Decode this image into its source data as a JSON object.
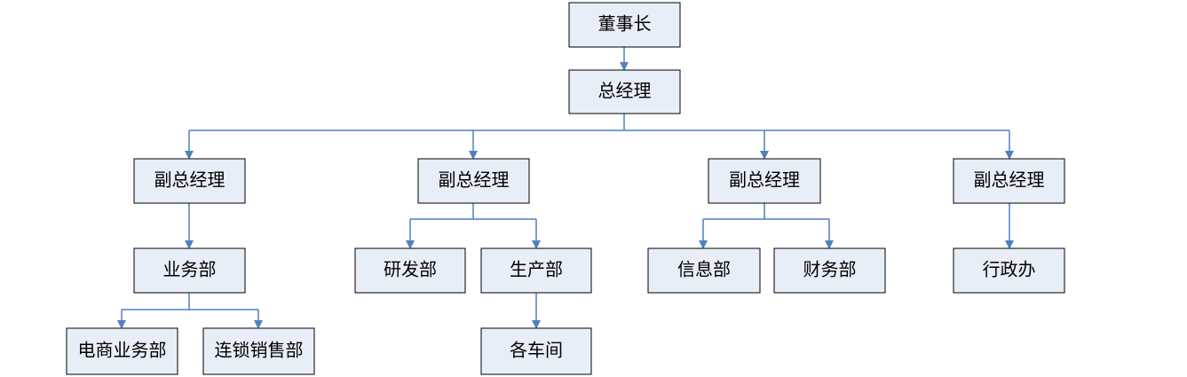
{
  "diagram": {
    "nodes": [
      {
        "id": "chairman",
        "label": "董事长"
      },
      {
        "id": "general-manager",
        "label": "总经理"
      },
      {
        "id": "vp-1",
        "label": "副总经理"
      },
      {
        "id": "vp-2",
        "label": "副总经理"
      },
      {
        "id": "vp-3",
        "label": "副总经理"
      },
      {
        "id": "vp-4",
        "label": "副总经理"
      },
      {
        "id": "business-dept",
        "label": "业务部"
      },
      {
        "id": "rd-dept",
        "label": "研发部"
      },
      {
        "id": "production-dept",
        "label": "生产部"
      },
      {
        "id": "info-dept",
        "label": "信息部"
      },
      {
        "id": "finance-dept",
        "label": "财务部"
      },
      {
        "id": "admin-office",
        "label": "行政办"
      },
      {
        "id": "ecommerce-dept",
        "label": "电商业务部"
      },
      {
        "id": "chain-sales-dept",
        "label": "连锁销售部"
      },
      {
        "id": "workshops",
        "label": "各车间"
      }
    ],
    "edges": [
      {
        "from": "chairman",
        "to": "general-manager"
      },
      {
        "from": "general-manager",
        "to": "vp-1"
      },
      {
        "from": "general-manager",
        "to": "vp-2"
      },
      {
        "from": "general-manager",
        "to": "vp-3"
      },
      {
        "from": "general-manager",
        "to": "vp-4"
      },
      {
        "from": "vp-1",
        "to": "business-dept"
      },
      {
        "from": "vp-2",
        "to": "rd-dept"
      },
      {
        "from": "vp-2",
        "to": "production-dept"
      },
      {
        "from": "vp-3",
        "to": "info-dept"
      },
      {
        "from": "vp-3",
        "to": "finance-dept"
      },
      {
        "from": "vp-4",
        "to": "admin-office"
      },
      {
        "from": "business-dept",
        "to": "ecommerce-dept"
      },
      {
        "from": "business-dept",
        "to": "chain-sales-dept"
      },
      {
        "from": "production-dept",
        "to": "workshops"
      }
    ],
    "colors": {
      "node_fill": "#e8eef7",
      "node_border": "#000000",
      "connector": "#4f81bd"
    }
  }
}
